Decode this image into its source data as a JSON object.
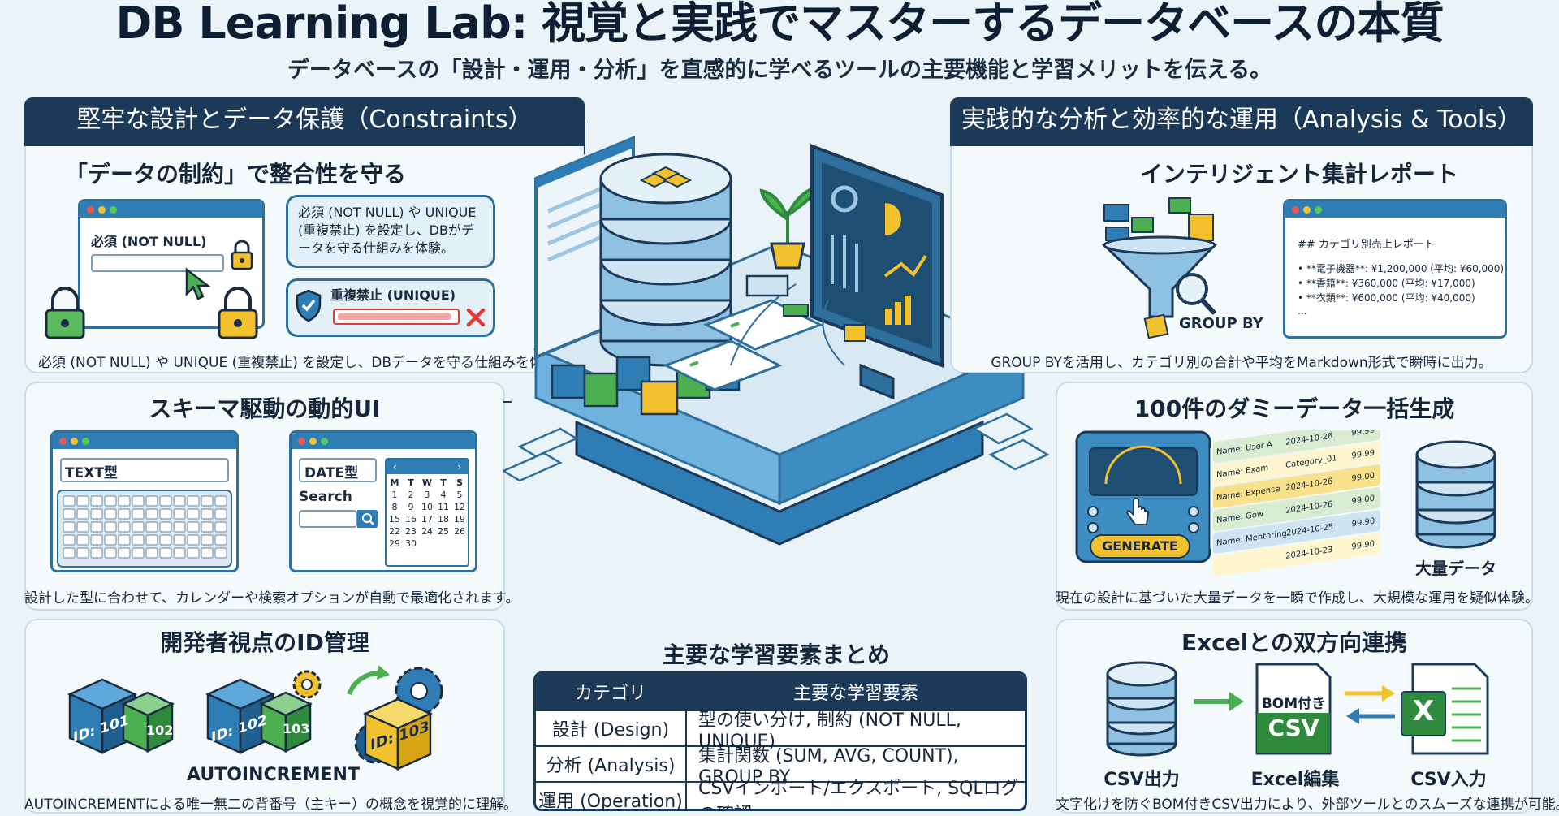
{
  "header": {
    "title": "DB Learning Lab: 視覚と実践でマスターするデータベースの本質",
    "subtitle": "データベースの「設計・運用・分析」を直感的に学べるツールの主要機能と学習メリットを伝える。"
  },
  "left_section": {
    "header": "堅牢な設計とデータ保護（Constraints）",
    "constraints": {
      "title": "「データの制約」で整合性を守る",
      "field_label": "必須 (NOT NULL)",
      "bubble_text": "必須 (NOT NULL) や UNIQUE (重複禁止) を設定し、DBがデータを守る仕組みを体験。",
      "unique_label": "重複禁止 (UNIQUE)",
      "caption": "必須 (NOT NULL) や UNIQUE (重複禁止) を設定し、DBデータを守る仕組みを体験。"
    },
    "schema_ui": {
      "title": "スキーマ駆動の動的UI",
      "text_field": "TEXT型",
      "date_field": "DATE型",
      "search_label": "Search",
      "calendar_days": [
        "M",
        "T",
        "W",
        "T",
        "S"
      ],
      "calendar_nums": [
        "1",
        "2",
        "3",
        "4",
        "5",
        "8",
        "9",
        "10",
        "11",
        "12",
        "15",
        "16",
        "17",
        "18",
        "19",
        "22",
        "23",
        "24",
        "25",
        "26",
        "29",
        "30"
      ],
      "caption": "設計した型に合わせて、カレンダーや検索オプションが自動で最適化されます。"
    },
    "id_mgmt": {
      "title": "開発者視点のID管理",
      "ids": [
        "ID: 101",
        "102",
        "ID: 102",
        "103",
        "ID: 103"
      ],
      "label": "AUTOINCREMENT",
      "caption": "AUTOINCREMENTによる唯一無二の背番号（主キー）の概念を視覚的に理解。"
    }
  },
  "right_section": {
    "header": "実践的な分析と効率的な運用（Analysis & Tools）",
    "report": {
      "title": "インテリジェント集計レポート",
      "group_by": "GROUP BY",
      "report_heading": "## カテゴリ別売上レポート",
      "report_lines": [
        "• **電子機器**: ¥1,200,000 (平均: ¥60,000)",
        "• **書籍**: ¥360,000 (平均: ¥17,000)",
        "• **衣類**: ¥600,000 (平均: ¥40,000)",
        "..."
      ],
      "caption": "GROUP BYを活用し、カテゴリ別の合計や平均をMarkdown形式で瞬時に出力。"
    },
    "dummy": {
      "title": "100件のダミーデータ一括生成",
      "button": "GENERATE",
      "stream_rows": [
        [
          "Name: User A",
          "2024-10-26",
          "99.99"
        ],
        [
          "Name: Exam",
          "Category_01",
          "99.99"
        ],
        [
          "Name: Expense",
          "2024-10-26",
          "99.00"
        ],
        [
          "Name: Gow",
          "2024-10-26",
          "99.00"
        ],
        [
          "Name: Mentoring",
          "2024-10-25",
          "99.90"
        ],
        [
          "",
          "2024-10-23",
          "99.90"
        ]
      ],
      "db_label": "大量データ",
      "caption": "現在の設計に基づいた大量データを一瞬で作成し、大規模な運用を疑似体験。"
    },
    "excel": {
      "title": "Excelとの双方向連携",
      "file_label_top": "BOM付き",
      "file_label_bottom": "CSV",
      "excel_letter": "X",
      "labels": [
        "CSV出力",
        "Excel編集",
        "CSV入力"
      ],
      "caption": "文字化けを防ぐBOM付きCSV出力により、外部ツールとのスムーズな連携が可能。"
    }
  },
  "summary": {
    "title": "主要な学習要素まとめ",
    "col1": "カテゴリ",
    "col2": "主要な学習要素",
    "rows": [
      {
        "cat": "設計 (Design)",
        "item": "型の使い分け, 制約 (NOT NULL, UNIQUE)"
      },
      {
        "cat": "分析 (Analysis)",
        "item": "集計関数 (SUM, AVG, COUNT), GROUP BY"
      },
      {
        "cat": "運用 (Operation)",
        "item": "CSVインポート/エクスポート, SQLログの確認"
      }
    ]
  },
  "colors": {
    "navy": "#1c3a58",
    "accent": "#2f7db5",
    "green": "#4caf50",
    "yellow": "#f2c12e",
    "red": "#e53935"
  }
}
